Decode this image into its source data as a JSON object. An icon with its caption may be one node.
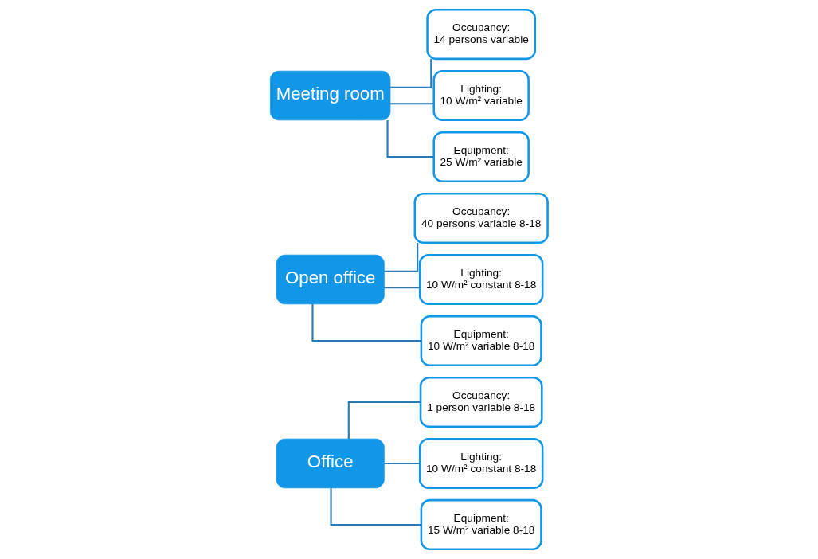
{
  "diagram": {
    "nodes": [
      {
        "text": [
          "Office"
        ]
      },
      {
        "text": [
          "Occupancy:",
          "1 person variable 8-18"
        ]
      },
      {
        "text": [
          "Lighting:",
          "10 W/m² constant 8-18"
        ]
      },
      {
        "text": [
          "Equipment:",
          "15 W/m² variable 8-18"
        ]
      },
      {
        "text": [
          "Open office"
        ]
      },
      {
        "text": [
          "Occupancy:",
          "40 persons variable 8-18"
        ]
      },
      {
        "text": [
          "Lighting:",
          "10 W/m² constant 8-18"
        ]
      },
      {
        "text": [
          "Equipment:",
          "10 W/m² variable 8-18"
        ]
      },
      {
        "text": [
          "Meeting room"
        ]
      },
      {
        "text": [
          "Occupancy:",
          "14 persons variable"
        ]
      },
      {
        "text": [
          "Lighting:",
          "10 W/m² variable"
        ]
      },
      {
        "text": [
          "Equipment:",
          "25 W/m² variable"
        ]
      }
    ],
    "edges": [
      {
        "from": 0,
        "to": 1,
        "arrow": "none"
      },
      {
        "from": 0,
        "to": 2,
        "arrow": "none"
      },
      {
        "from": 0,
        "to": 3,
        "arrow": "none"
      },
      {
        "from": 4,
        "to": 5,
        "arrow": "none"
      },
      {
        "from": 4,
        "to": 6,
        "arrow": "none"
      },
      {
        "from": 4,
        "to": 7,
        "arrow": "none"
      },
      {
        "from": 8,
        "to": 9,
        "arrow": "none"
      },
      {
        "from": 8,
        "to": 10,
        "arrow": "none"
      },
      {
        "from": 8,
        "to": 11,
        "arrow": "none"
      }
    ]
  }
}
